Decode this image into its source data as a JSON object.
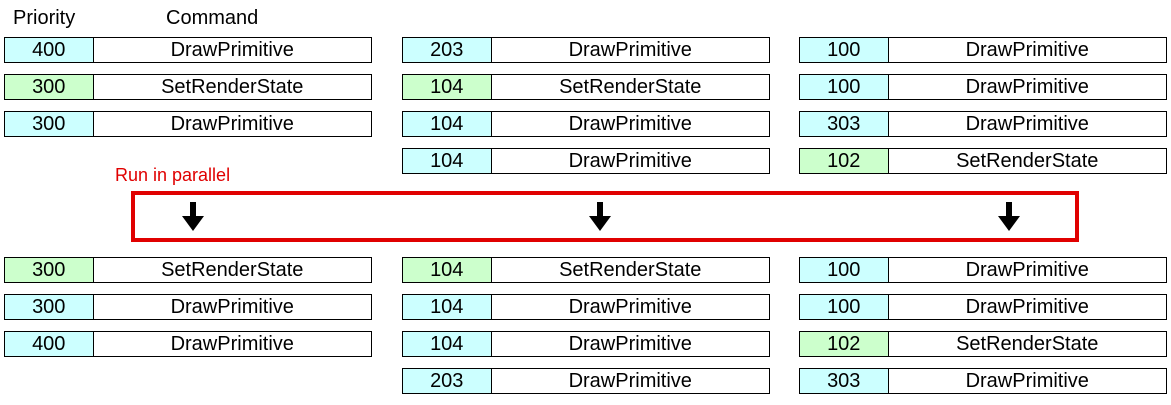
{
  "header": {
    "priority_label": "Priority",
    "command_label": "Command"
  },
  "note": "Run in parallel",
  "colors": {
    "draw": "#ccffff",
    "state": "#ccffcc",
    "frame": "#e00000"
  },
  "before": [
    [
      {
        "priority": "400",
        "command": "DrawPrimitive",
        "kind": "draw"
      },
      {
        "priority": "300",
        "command": "SetRenderState",
        "kind": "state"
      },
      {
        "priority": "300",
        "command": "DrawPrimitive",
        "kind": "draw"
      }
    ],
    [
      {
        "priority": "203",
        "command": "DrawPrimitive",
        "kind": "draw"
      },
      {
        "priority": "104",
        "command": "SetRenderState",
        "kind": "state"
      },
      {
        "priority": "104",
        "command": "DrawPrimitive",
        "kind": "draw"
      },
      {
        "priority": "104",
        "command": "DrawPrimitive",
        "kind": "draw"
      }
    ],
    [
      {
        "priority": "100",
        "command": "DrawPrimitive",
        "kind": "draw"
      },
      {
        "priority": "100",
        "command": "DrawPrimitive",
        "kind": "draw"
      },
      {
        "priority": "303",
        "command": "DrawPrimitive",
        "kind": "draw"
      },
      {
        "priority": "102",
        "command": "SetRenderState",
        "kind": "state"
      }
    ]
  ],
  "after": [
    [
      {
        "priority": "300",
        "command": "SetRenderState",
        "kind": "state"
      },
      {
        "priority": "300",
        "command": "DrawPrimitive",
        "kind": "draw"
      },
      {
        "priority": "400",
        "command": "DrawPrimitive",
        "kind": "draw"
      }
    ],
    [
      {
        "priority": "104",
        "command": "SetRenderState",
        "kind": "state"
      },
      {
        "priority": "104",
        "command": "DrawPrimitive",
        "kind": "draw"
      },
      {
        "priority": "104",
        "command": "DrawPrimitive",
        "kind": "draw"
      },
      {
        "priority": "203",
        "command": "DrawPrimitive",
        "kind": "draw"
      }
    ],
    [
      {
        "priority": "100",
        "command": "DrawPrimitive",
        "kind": "draw"
      },
      {
        "priority": "100",
        "command": "DrawPrimitive",
        "kind": "draw"
      },
      {
        "priority": "102",
        "command": "SetRenderState",
        "kind": "state"
      },
      {
        "priority": "303",
        "command": "DrawPrimitive",
        "kind": "draw"
      }
    ]
  ],
  "arrow_icon": "down-arrow-icon"
}
